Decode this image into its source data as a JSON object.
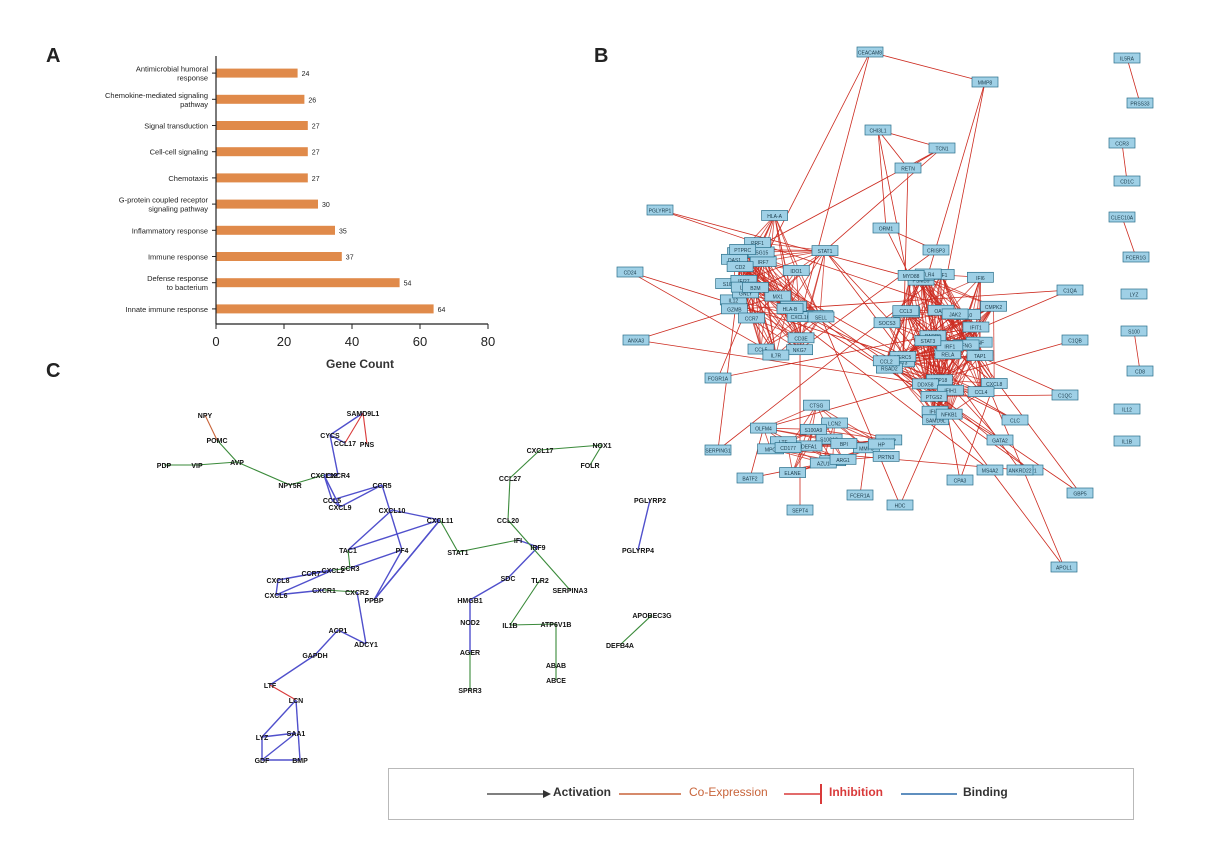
{
  "panels": {
    "a": "A",
    "b": "B",
    "c": "C"
  },
  "chart_data": {
    "type": "bar",
    "orientation": "horizontal",
    "categories": [
      "Antimicrobial humoral response",
      "Chemokine-mediated signaling pathway",
      "Signal transduction",
      "Cell-cell signaling",
      "Chemotaxis",
      "G-protein coupled receptor signaling pathway",
      "Inflammatory response",
      "Immune response",
      "Defense response to bacterium",
      "Innate immune response"
    ],
    "values": [
      24,
      26,
      27,
      27,
      27,
      30,
      35,
      37,
      54,
      64
    ],
    "data_labels": [
      "24",
      "26",
      "27",
      "27",
      "27",
      "30",
      "35",
      "37",
      "54",
      "64"
    ],
    "xlabel": "Gene Count",
    "xlim": [
      0,
      80
    ],
    "xticks": [
      0,
      20,
      40,
      60,
      80
    ],
    "bar_color": "#e08a4a",
    "grid": false
  },
  "network_b": {
    "edge_color": "#cc2a1f",
    "node_fill": "#9fd0e6",
    "node_stroke": "#2a6f8a",
    "node_labels": [
      "S100",
      "CD8",
      "IL12",
      "IL1B",
      "CXCL9",
      "CCL5",
      "IRF7",
      "IFI27",
      "ISG15",
      "OAS1",
      "MX1",
      "STAT1",
      "CXCL10",
      "IDO1",
      "GZMB",
      "PRF1",
      "NKG7",
      "GNLY",
      "CD2",
      "CD3E",
      "CCR7",
      "SELL",
      "IL7R",
      "LTB",
      "PTPRC",
      "HLA-A",
      "HLA-B",
      "B2M",
      "TAP1",
      "PSMB9",
      "IFIT1",
      "IFIT3",
      "RSAD2",
      "HERC5",
      "USP18",
      "OASL",
      "IFI44",
      "IFI6",
      "CMPK2",
      "XAF1",
      "PARP9",
      "DDX58",
      "IFIH1",
      "EPSTI1",
      "SAMD9L",
      "TNF",
      "IL6",
      "CXCL8",
      "CCL2",
      "CCL3",
      "CCL4",
      "IL10",
      "IFNG",
      "TLR4",
      "MYD88",
      "NFKB1",
      "RELA",
      "IRF1",
      "SOCS3",
      "JAK2",
      "STAT3",
      "PTGS2",
      "MMP9",
      "SPP1",
      "LCN2",
      "S100A8",
      "S100A9",
      "DEFA1",
      "LTF",
      "CAMP",
      "MPO",
      "ELANE",
      "CTSG",
      "AZU1",
      "PRTN3",
      "BPI",
      "ARG1",
      "HP",
      "CD177",
      "OLFM4",
      "CEACAM8",
      "MMP8",
      "CHI3L1",
      "TCN1",
      "RETN",
      "ORM1",
      "CRISP3",
      "PGLYRP1",
      "CD24",
      "ANXA3",
      "FCGR1A",
      "C1QA",
      "C1QB",
      "C1QC",
      "SERPING1",
      "GBP1",
      "GBP5",
      "APOL1",
      "ANKRD22",
      "BATF2",
      "SEPT4",
      "FCER1A",
      "HDC",
      "CPA3",
      "MS4A2",
      "GATA2",
      "CLC",
      "IL5RA",
      "PRSS33",
      "CCR3",
      "CD1C",
      "CLEC10A",
      "FCER1G",
      "LYZ"
    ]
  },
  "network_c": {
    "edge_colors": {
      "activation": "#3a8a3a",
      "expression": "#c8643a",
      "inhibition": "#d93a3a",
      "binding": "#5050cc"
    },
    "labels": [
      "NPY",
      "POMC",
      "PDP",
      "VIP",
      "AVP",
      "NPY5R",
      "CXCL12",
      "CXCR4",
      "CCL17",
      "CYCS",
      "SAMD9L1",
      "PNS",
      "CCL5",
      "CCR5",
      "CXCL9",
      "CXCL10",
      "CXCL11",
      "TAC1",
      "CCR3",
      "CCR7",
      "CXCL2",
      "CXCL8",
      "CXCL6",
      "CXCR1",
      "CXCR2",
      "PF4",
      "PPBP",
      "ADCY1",
      "ACP1",
      "GAPDH",
      "LTF",
      "LCN",
      "LYZ",
      "SAA1",
      "GDF",
      "BMP",
      "STAT1",
      "IFI",
      "IRF9",
      "SDC",
      "HMGB1",
      "NOD2",
      "AGER",
      "SPRR3",
      "TLR2",
      "IL1B",
      "ATP6V1B",
      "ABCE",
      "ABAB",
      "PGLYRP2",
      "PGLYRP4",
      "APOBEC3G",
      "DEFB4A",
      "SERPINA3",
      "CCL20",
      "CCL27",
      "CXCL17",
      "NOX1",
      "FOLR"
    ]
  },
  "legend": {
    "activation": "Activation",
    "expression": "Co-Expression",
    "inhibition": "Inhibition",
    "binding": "Binding"
  }
}
